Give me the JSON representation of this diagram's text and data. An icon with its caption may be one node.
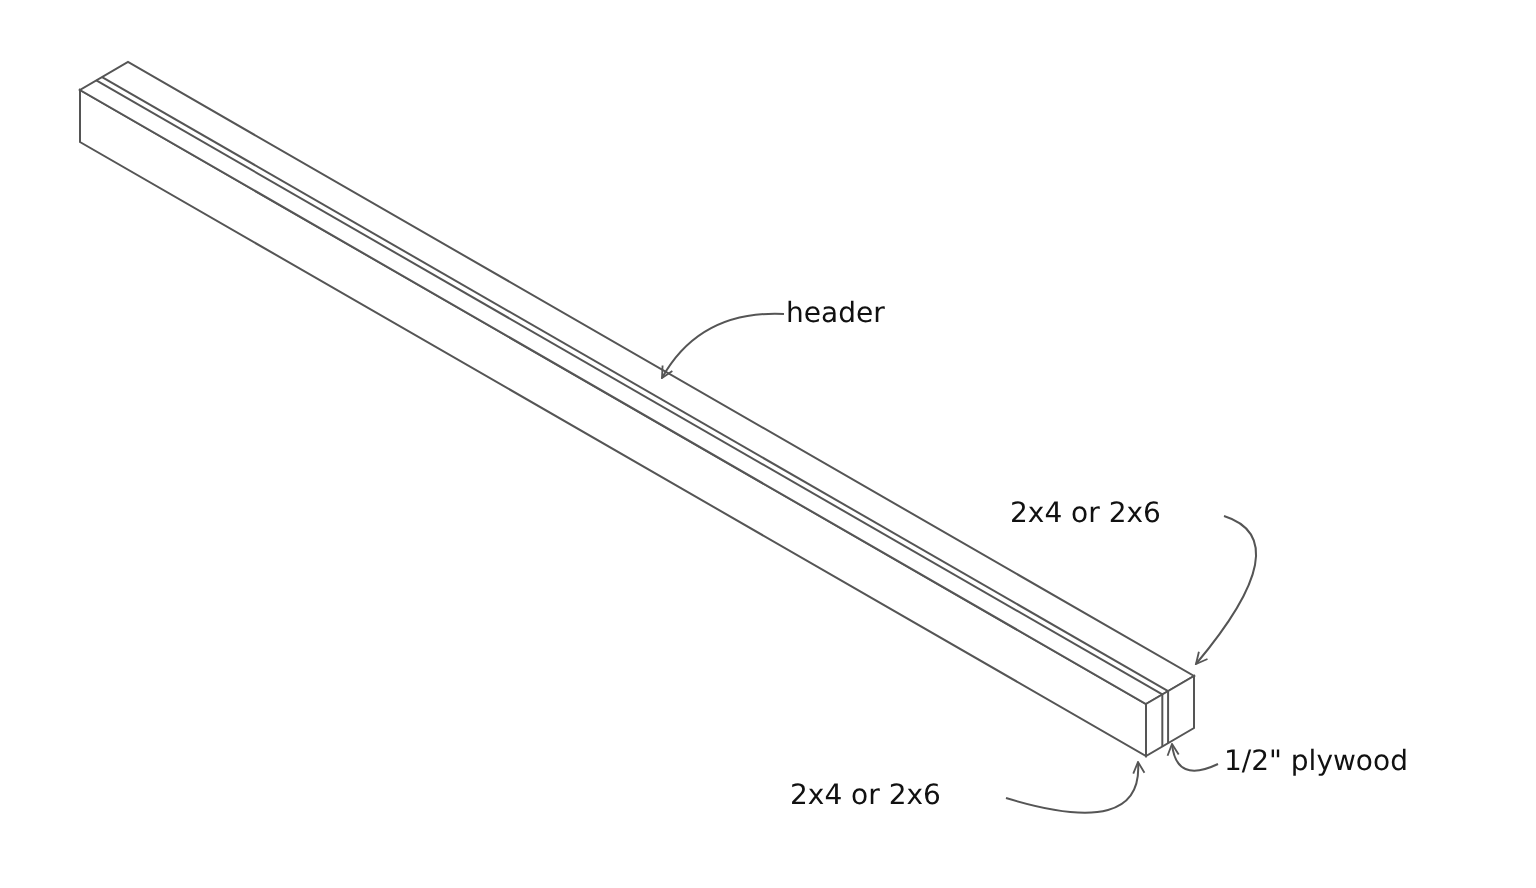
{
  "diagram": {
    "nodes": [
      {
        "text": [
          "header"
        ]
      },
      {
        "text": [
          "2x4 or 2x6"
        ]
      },
      {
        "text": [
          "1/2\" plywood"
        ]
      },
      {
        "text": [
          "2x4 or 2x6"
        ]
      }
    ],
    "edges": [
      {
        "from": 0,
        "to": null,
        "arrow": "to"
      },
      {
        "from": 1,
        "to": null,
        "arrow": "to"
      },
      {
        "from": 2,
        "to": null,
        "arrow": "to"
      },
      {
        "from": 3,
        "to": null,
        "arrow": "to"
      }
    ]
  }
}
